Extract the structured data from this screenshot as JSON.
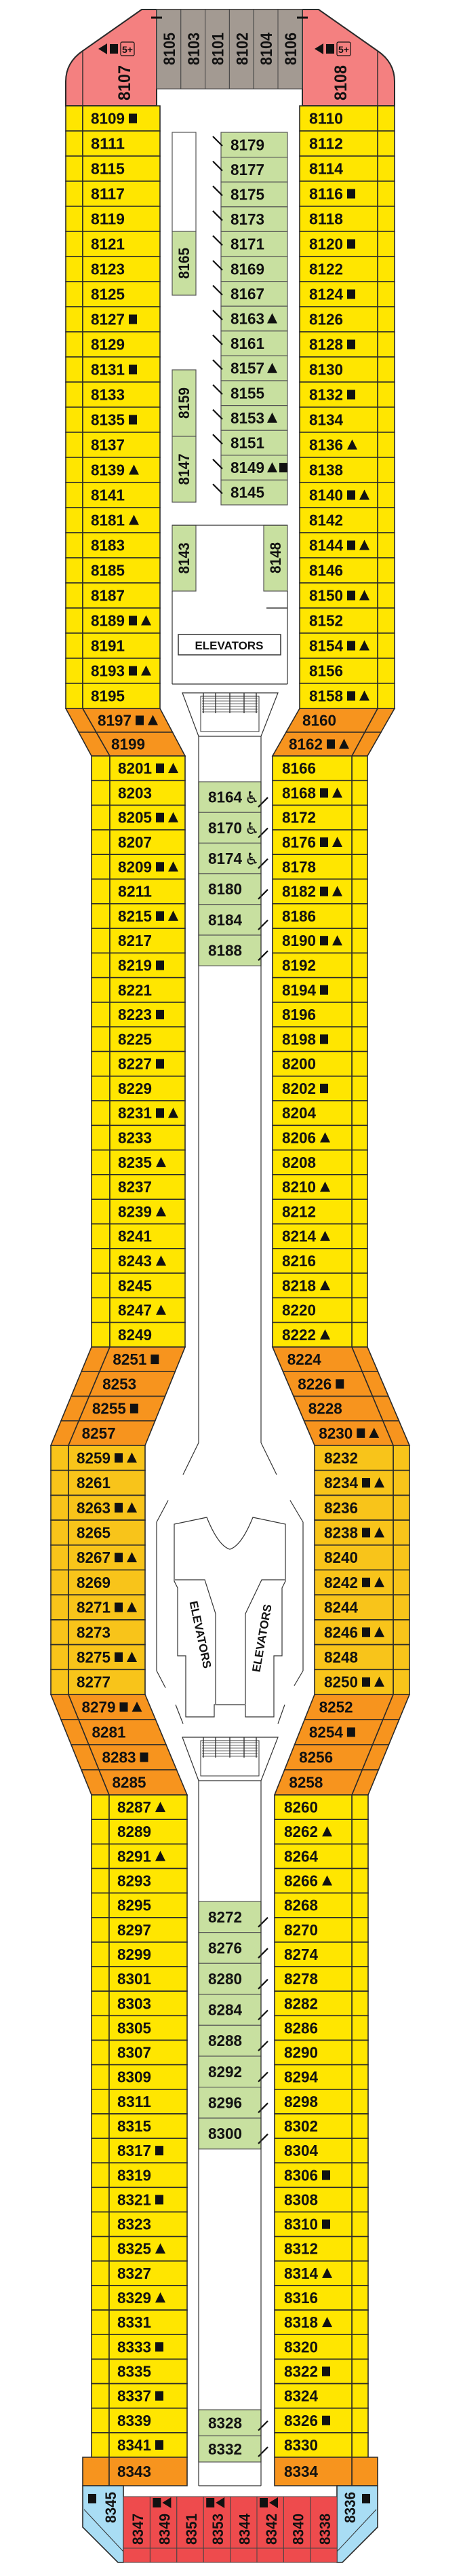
{
  "deck": {
    "colors": {
      "yellow": "#FFE600",
      "golden": "#F8C41A",
      "orange": "#F7941E",
      "green": "#C8E0A0",
      "pink": "#F48080",
      "gray": "#A39A92",
      "red": "#EE4B4D",
      "blue": "#A9DDF4",
      "outline": "#2a2a2a"
    },
    "labels": {
      "elevators": "ELEVATORS"
    },
    "bow": {
      "port_suite": {
        "n": "8107",
        "icons": [
          "triangle",
          "square"
        ],
        "badge": "5+"
      },
      "starboard_suite": {
        "n": "8108",
        "icons": [
          "triangle",
          "square"
        ],
        "badge": "5+"
      },
      "center": [
        "8105",
        "8103",
        "8101",
        "8102",
        "8104",
        "8106"
      ]
    },
    "port": {
      "forward": [
        {
          "n": "8109",
          "icons": [
            "square"
          ]
        },
        {
          "n": "8111"
        },
        {
          "n": "8115"
        },
        {
          "n": "8117"
        },
        {
          "n": "8119"
        },
        {
          "n": "8121"
        },
        {
          "n": "8123"
        },
        {
          "n": "8125"
        },
        {
          "n": "8127",
          "icons": [
            "square"
          ]
        },
        {
          "n": "8129"
        },
        {
          "n": "8131",
          "icons": [
            "square"
          ]
        },
        {
          "n": "8133"
        },
        {
          "n": "8135",
          "icons": [
            "square"
          ]
        },
        {
          "n": "8137"
        },
        {
          "n": "8139",
          "icons": [
            "triangle"
          ]
        },
        {
          "n": "8141"
        },
        {
          "n": "8181",
          "icons": [
            "triangle"
          ]
        },
        {
          "n": "8183"
        },
        {
          "n": "8185"
        },
        {
          "n": "8187"
        },
        {
          "n": "8189",
          "icons": [
            "square",
            "triangle"
          ]
        },
        {
          "n": "8191"
        },
        {
          "n": "8193",
          "icons": [
            "square",
            "triangle"
          ]
        },
        {
          "n": "8195"
        }
      ],
      "transition_1": [
        {
          "n": "8197",
          "icons": [
            "square",
            "triangle"
          ]
        },
        {
          "n": "8199"
        }
      ],
      "midship": [
        {
          "n": "8201",
          "icons": [
            "square",
            "triangle"
          ]
        },
        {
          "n": "8203"
        },
        {
          "n": "8205",
          "icons": [
            "square",
            "triangle"
          ]
        },
        {
          "n": "8207"
        },
        {
          "n": "8209",
          "icons": [
            "square",
            "triangle"
          ]
        },
        {
          "n": "8211"
        },
        {
          "n": "8215",
          "icons": [
            "square",
            "triangle"
          ]
        },
        {
          "n": "8217"
        },
        {
          "n": "8219",
          "icons": [
            "square"
          ]
        },
        {
          "n": "8221"
        },
        {
          "n": "8223",
          "icons": [
            "square"
          ]
        },
        {
          "n": "8225"
        },
        {
          "n": "8227",
          "icons": [
            "square"
          ]
        },
        {
          "n": "8229"
        },
        {
          "n": "8231",
          "icons": [
            "square",
            "triangle"
          ]
        },
        {
          "n": "8233"
        },
        {
          "n": "8235",
          "icons": [
            "triangle"
          ]
        },
        {
          "n": "8237"
        },
        {
          "n": "8239",
          "icons": [
            "triangle"
          ]
        },
        {
          "n": "8241"
        },
        {
          "n": "8243",
          "icons": [
            "triangle"
          ]
        },
        {
          "n": "8245"
        },
        {
          "n": "8247",
          "icons": [
            "triangle"
          ]
        },
        {
          "n": "8249"
        }
      ],
      "transition_2": [
        {
          "n": "8251",
          "icons": [
            "square"
          ]
        },
        {
          "n": "8253"
        },
        {
          "n": "8255",
          "icons": [
            "square"
          ]
        },
        {
          "n": "8257"
        }
      ],
      "center": [
        {
          "n": "8259",
          "icons": [
            "square",
            "triangle"
          ]
        },
        {
          "n": "8261"
        },
        {
          "n": "8263",
          "icons": [
            "square",
            "triangle"
          ]
        },
        {
          "n": "8265"
        },
        {
          "n": "8267",
          "icons": [
            "square",
            "triangle"
          ]
        },
        {
          "n": "8269"
        },
        {
          "n": "8271",
          "icons": [
            "square",
            "triangle"
          ]
        },
        {
          "n": "8273"
        },
        {
          "n": "8275",
          "icons": [
            "square",
            "triangle"
          ]
        },
        {
          "n": "8277"
        }
      ],
      "transition_3": [
        {
          "n": "8279",
          "icons": [
            "square",
            "triangle"
          ]
        },
        {
          "n": "8281"
        },
        {
          "n": "8283",
          "icons": [
            "square"
          ]
        },
        {
          "n": "8285"
        }
      ],
      "aft": [
        {
          "n": "8287",
          "icons": [
            "triangle"
          ]
        },
        {
          "n": "8289"
        },
        {
          "n": "8291",
          "icons": [
            "triangle"
          ]
        },
        {
          "n": "8293"
        },
        {
          "n": "8295"
        },
        {
          "n": "8297"
        },
        {
          "n": "8299"
        },
        {
          "n": "8301"
        },
        {
          "n": "8303"
        },
        {
          "n": "8305"
        },
        {
          "n": "8307"
        },
        {
          "n": "8309"
        },
        {
          "n": "8311"
        },
        {
          "n": "8315"
        },
        {
          "n": "8317",
          "icons": [
            "square"
          ]
        },
        {
          "n": "8319"
        },
        {
          "n": "8321",
          "icons": [
            "square"
          ]
        },
        {
          "n": "8323"
        },
        {
          "n": "8325",
          "icons": [
            "triangle"
          ]
        },
        {
          "n": "8327"
        },
        {
          "n": "8329",
          "icons": [
            "triangle"
          ]
        },
        {
          "n": "8331"
        },
        {
          "n": "8333",
          "icons": [
            "square"
          ]
        },
        {
          "n": "8335"
        },
        {
          "n": "8337",
          "icons": [
            "square"
          ]
        },
        {
          "n": "8339"
        },
        {
          "n": "8341",
          "icons": [
            "square"
          ]
        }
      ],
      "stern_row": [
        {
          "n": "8343"
        }
      ]
    },
    "starboard": {
      "forward": [
        {
          "n": "8110"
        },
        {
          "n": "8112"
        },
        {
          "n": "8114"
        },
        {
          "n": "8116",
          "icons": [
            "square"
          ]
        },
        {
          "n": "8118"
        },
        {
          "n": "8120",
          "icons": [
            "square"
          ]
        },
        {
          "n": "8122"
        },
        {
          "n": "8124",
          "icons": [
            "square"
          ]
        },
        {
          "n": "8126"
        },
        {
          "n": "8128",
          "icons": [
            "square"
          ]
        },
        {
          "n": "8130"
        },
        {
          "n": "8132",
          "icons": [
            "square"
          ]
        },
        {
          "n": "8134"
        },
        {
          "n": "8136",
          "icons": [
            "triangle"
          ]
        },
        {
          "n": "8138"
        },
        {
          "n": "8140",
          "icons": [
            "square",
            "triangle"
          ]
        },
        {
          "n": "8142"
        },
        {
          "n": "8144",
          "icons": [
            "square",
            "triangle"
          ]
        },
        {
          "n": "8146"
        },
        {
          "n": "8150",
          "icons": [
            "square",
            "triangle"
          ]
        },
        {
          "n": "8152"
        },
        {
          "n": "8154",
          "icons": [
            "square",
            "triangle"
          ]
        },
        {
          "n": "8156"
        },
        {
          "n": "8158",
          "icons": [
            "square",
            "triangle"
          ]
        }
      ],
      "transition_1": [
        {
          "n": "8160"
        },
        {
          "n": "8162",
          "icons": [
            "square",
            "triangle"
          ]
        }
      ],
      "midship": [
        {
          "n": "8166"
        },
        {
          "n": "8168",
          "icons": [
            "square",
            "triangle"
          ]
        },
        {
          "n": "8172"
        },
        {
          "n": "8176",
          "icons": [
            "square",
            "triangle"
          ]
        },
        {
          "n": "8178"
        },
        {
          "n": "8182",
          "icons": [
            "square",
            "triangle"
          ]
        },
        {
          "n": "8186"
        },
        {
          "n": "8190",
          "icons": [
            "square",
            "triangle"
          ]
        },
        {
          "n": "8192"
        },
        {
          "n": "8194",
          "icons": [
            "square"
          ]
        },
        {
          "n": "8196"
        },
        {
          "n": "8198",
          "icons": [
            "square"
          ]
        },
        {
          "n": "8200"
        },
        {
          "n": "8202",
          "icons": [
            "square"
          ]
        },
        {
          "n": "8204"
        },
        {
          "n": "8206",
          "icons": [
            "triangle"
          ]
        },
        {
          "n": "8208"
        },
        {
          "n": "8210",
          "icons": [
            "triangle"
          ]
        },
        {
          "n": "8212"
        },
        {
          "n": "8214",
          "icons": [
            "triangle"
          ]
        },
        {
          "n": "8216"
        },
        {
          "n": "8218",
          "icons": [
            "triangle"
          ]
        },
        {
          "n": "8220"
        },
        {
          "n": "8222",
          "icons": [
            "triangle"
          ]
        }
      ],
      "transition_2": [
        {
          "n": "8224"
        },
        {
          "n": "8226",
          "icons": [
            "square"
          ]
        },
        {
          "n": "8228"
        },
        {
          "n": "8230",
          "icons": [
            "square",
            "triangle"
          ]
        }
      ],
      "center": [
        {
          "n": "8232"
        },
        {
          "n": "8234",
          "icons": [
            "square",
            "triangle"
          ]
        },
        {
          "n": "8236"
        },
        {
          "n": "8238",
          "icons": [
            "square",
            "triangle"
          ]
        },
        {
          "n": "8240"
        },
        {
          "n": "8242",
          "icons": [
            "square",
            "triangle"
          ]
        },
        {
          "n": "8244"
        },
        {
          "n": "8246",
          "icons": [
            "square",
            "triangle"
          ]
        },
        {
          "n": "8248"
        },
        {
          "n": "8250",
          "icons": [
            "square",
            "triangle"
          ]
        }
      ],
      "transition_3": [
        {
          "n": "8252"
        },
        {
          "n": "8254",
          "icons": [
            "square"
          ]
        },
        {
          "n": "8256"
        },
        {
          "n": "8258"
        }
      ],
      "aft": [
        {
          "n": "8260"
        },
        {
          "n": "8262",
          "icons": [
            "triangle"
          ]
        },
        {
          "n": "8264"
        },
        {
          "n": "8266",
          "icons": [
            "triangle"
          ]
        },
        {
          "n": "8268"
        },
        {
          "n": "8270"
        },
        {
          "n": "8274"
        },
        {
          "n": "8278"
        },
        {
          "n": "8282"
        },
        {
          "n": "8286"
        },
        {
          "n": "8290"
        },
        {
          "n": "8294"
        },
        {
          "n": "8298"
        },
        {
          "n": "8302"
        },
        {
          "n": "8304"
        },
        {
          "n": "8306",
          "icons": [
            "square"
          ]
        },
        {
          "n": "8308"
        },
        {
          "n": "8310",
          "icons": [
            "square"
          ]
        },
        {
          "n": "8312"
        },
        {
          "n": "8314",
          "icons": [
            "triangle"
          ]
        },
        {
          "n": "8316"
        },
        {
          "n": "8318",
          "icons": [
            "triangle"
          ]
        },
        {
          "n": "8320"
        },
        {
          "n": "8322",
          "icons": [
            "square"
          ]
        },
        {
          "n": "8324"
        },
        {
          "n": "8326",
          "icons": [
            "square"
          ]
        },
        {
          "n": "8330"
        }
      ],
      "stern_row": [
        {
          "n": "8334"
        }
      ]
    },
    "inner": {
      "forward_column": [
        {
          "n": "8165"
        },
        {
          "n": "8159"
        },
        {
          "n": "8147"
        },
        {
          "n": "8143"
        }
      ],
      "forward_right": {
        "n": "8148"
      },
      "forward_green": [
        {
          "n": "8179"
        },
        {
          "n": "8177"
        },
        {
          "n": "8175"
        },
        {
          "n": "8173"
        },
        {
          "n": "8171"
        },
        {
          "n": "8169"
        },
        {
          "n": "8167"
        },
        {
          "n": "8163",
          "icons": [
            "triangle"
          ]
        },
        {
          "n": "8161"
        },
        {
          "n": "8157",
          "icons": [
            "triangle"
          ]
        },
        {
          "n": "8155"
        },
        {
          "n": "8153",
          "icons": [
            "triangle"
          ]
        },
        {
          "n": "8151"
        },
        {
          "n": "8149",
          "icons": [
            "triangle",
            "square"
          ]
        },
        {
          "n": "8145"
        }
      ],
      "midship_green": [
        {
          "n": "8164",
          "icons": [
            "wheelchair"
          ]
        },
        {
          "n": "8170",
          "icons": [
            "wheelchair"
          ]
        },
        {
          "n": "8174",
          "icons": [
            "wheelchair"
          ]
        },
        {
          "n": "8180"
        },
        {
          "n": "8184"
        },
        {
          "n": "8188"
        }
      ],
      "aft_green": [
        {
          "n": "8272"
        },
        {
          "n": "8276"
        },
        {
          "n": "8280"
        },
        {
          "n": "8284"
        },
        {
          "n": "8288"
        },
        {
          "n": "8292"
        },
        {
          "n": "8296"
        },
        {
          "n": "8300"
        }
      ],
      "aft_green_2": [
        {
          "n": "8328"
        },
        {
          "n": "8332"
        }
      ]
    },
    "stern": {
      "port_suite": {
        "n": "8345",
        "icons": [
          "square"
        ]
      },
      "cabins": [
        {
          "n": "8347"
        },
        {
          "n": "8349",
          "icons": [
            "square",
            "triangle"
          ]
        },
        {
          "n": "8351"
        },
        {
          "n": "8353",
          "icons": [
            "square",
            "triangle"
          ]
        },
        {
          "n": "8344"
        },
        {
          "n": "8342",
          "icons": [
            "square",
            "triangle"
          ]
        },
        {
          "n": "8340"
        },
        {
          "n": "8338"
        }
      ],
      "starboard_suite": {
        "n": "8336",
        "icons": [
          "square"
        ]
      }
    }
  }
}
